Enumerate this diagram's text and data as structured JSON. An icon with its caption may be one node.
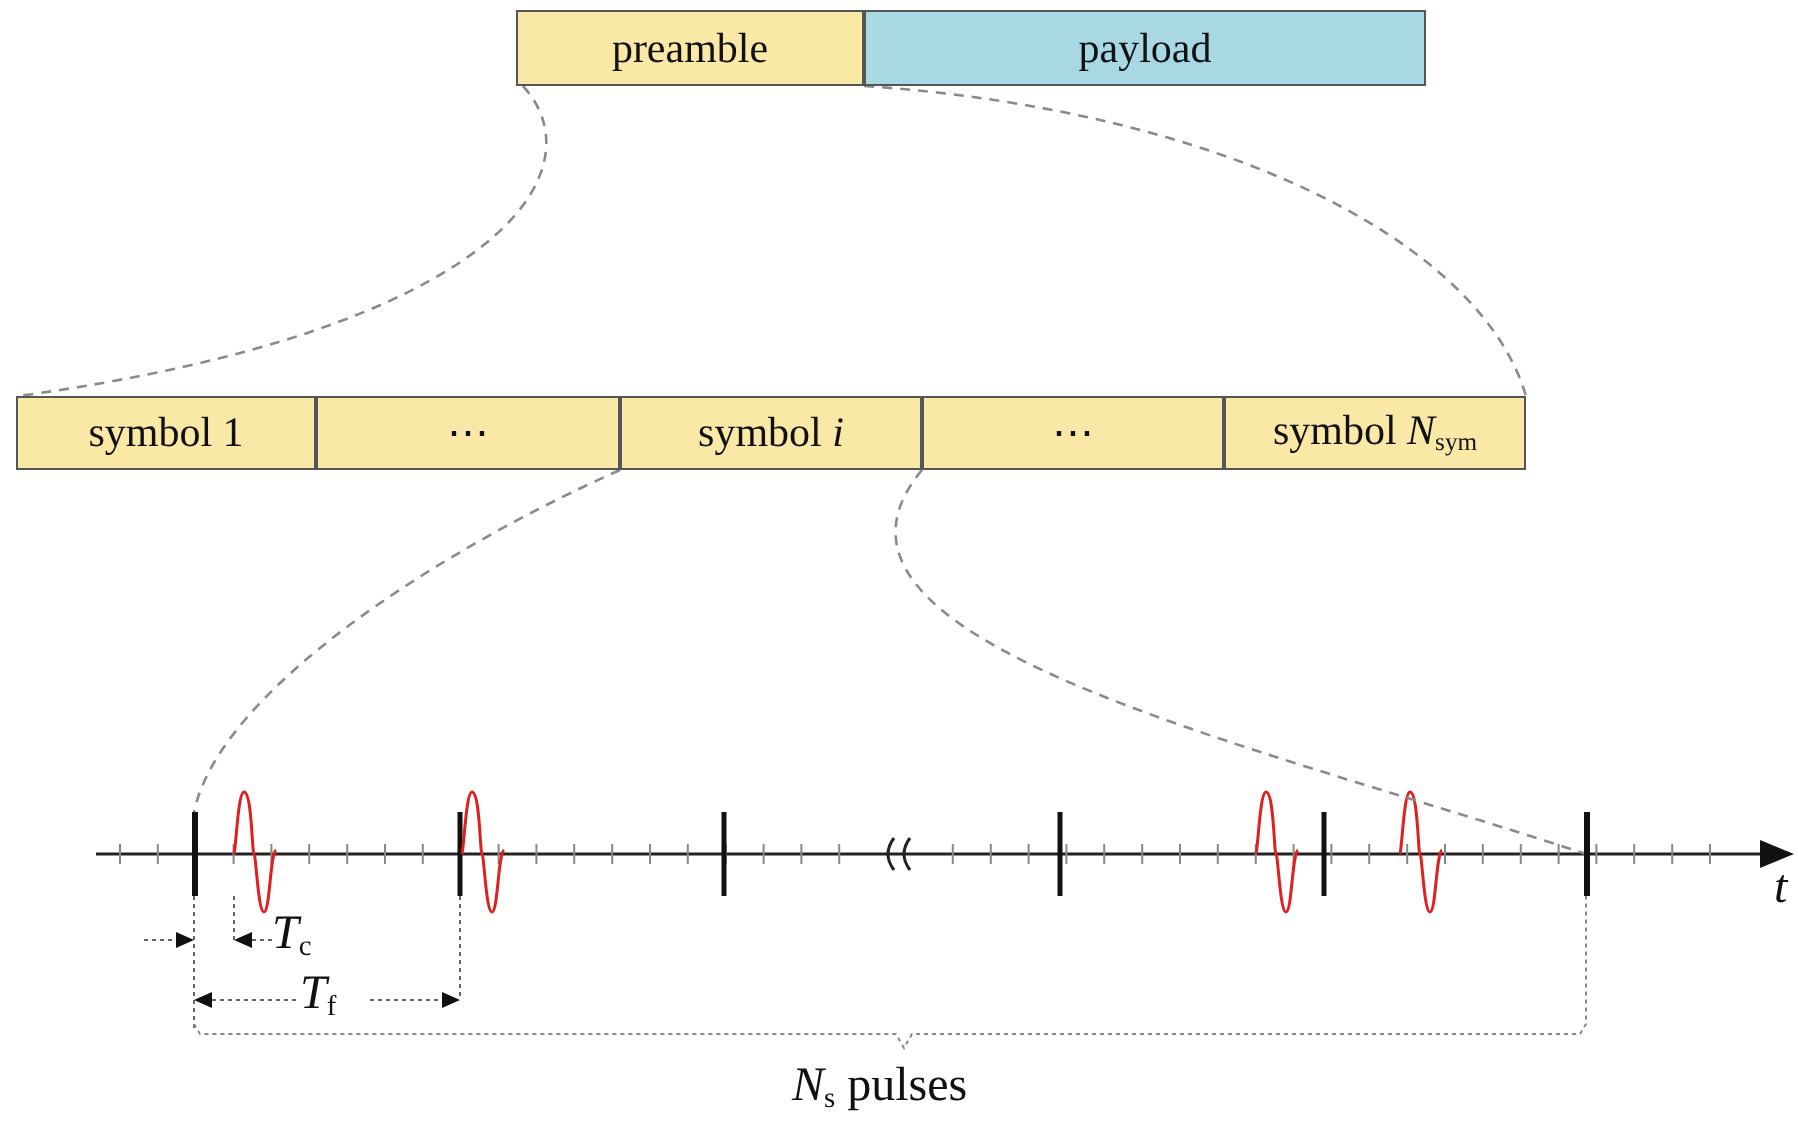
{
  "diagram": {
    "nodes": [
      {
        "text": [
          "preamble"
        ]
      },
      {
        "text": [
          "payload"
        ]
      },
      {
        "text": [
          "symbol 1"
        ]
      },
      {
        "text": [
          "⋯"
        ]
      },
      {
        "text": [
          "symbol *i*"
        ]
      },
      {
        "text": [
          "⋯"
        ]
      },
      {
        "text": [
          "symbol  *N*$_{sym}$"
        ]
      },
      {
        "text": [],
        "shape": "bar"
      },
      {
        "text": [],
        "shape": "bar"
      }
    ],
    "edges": [
      {
        "from": 0,
        "to": 2,
        "arrow": "none",
        "style": "dashed"
      },
      {
        "from": 0,
        "to": 6,
        "arrow": "none",
        "style": "dashed"
      },
      {
        "from": 4,
        "to": 7,
        "arrow": "none",
        "style": "dashed"
      },
      {
        "from": 4,
        "to": 8,
        "arrow": "none",
        "style": "dashed"
      }
    ],
    "labels": [
      "*T*$_{c}$",
      "*T*$_{f}$",
      "*N*$_{s}$ pulses",
      "t"
    ]
  }
}
